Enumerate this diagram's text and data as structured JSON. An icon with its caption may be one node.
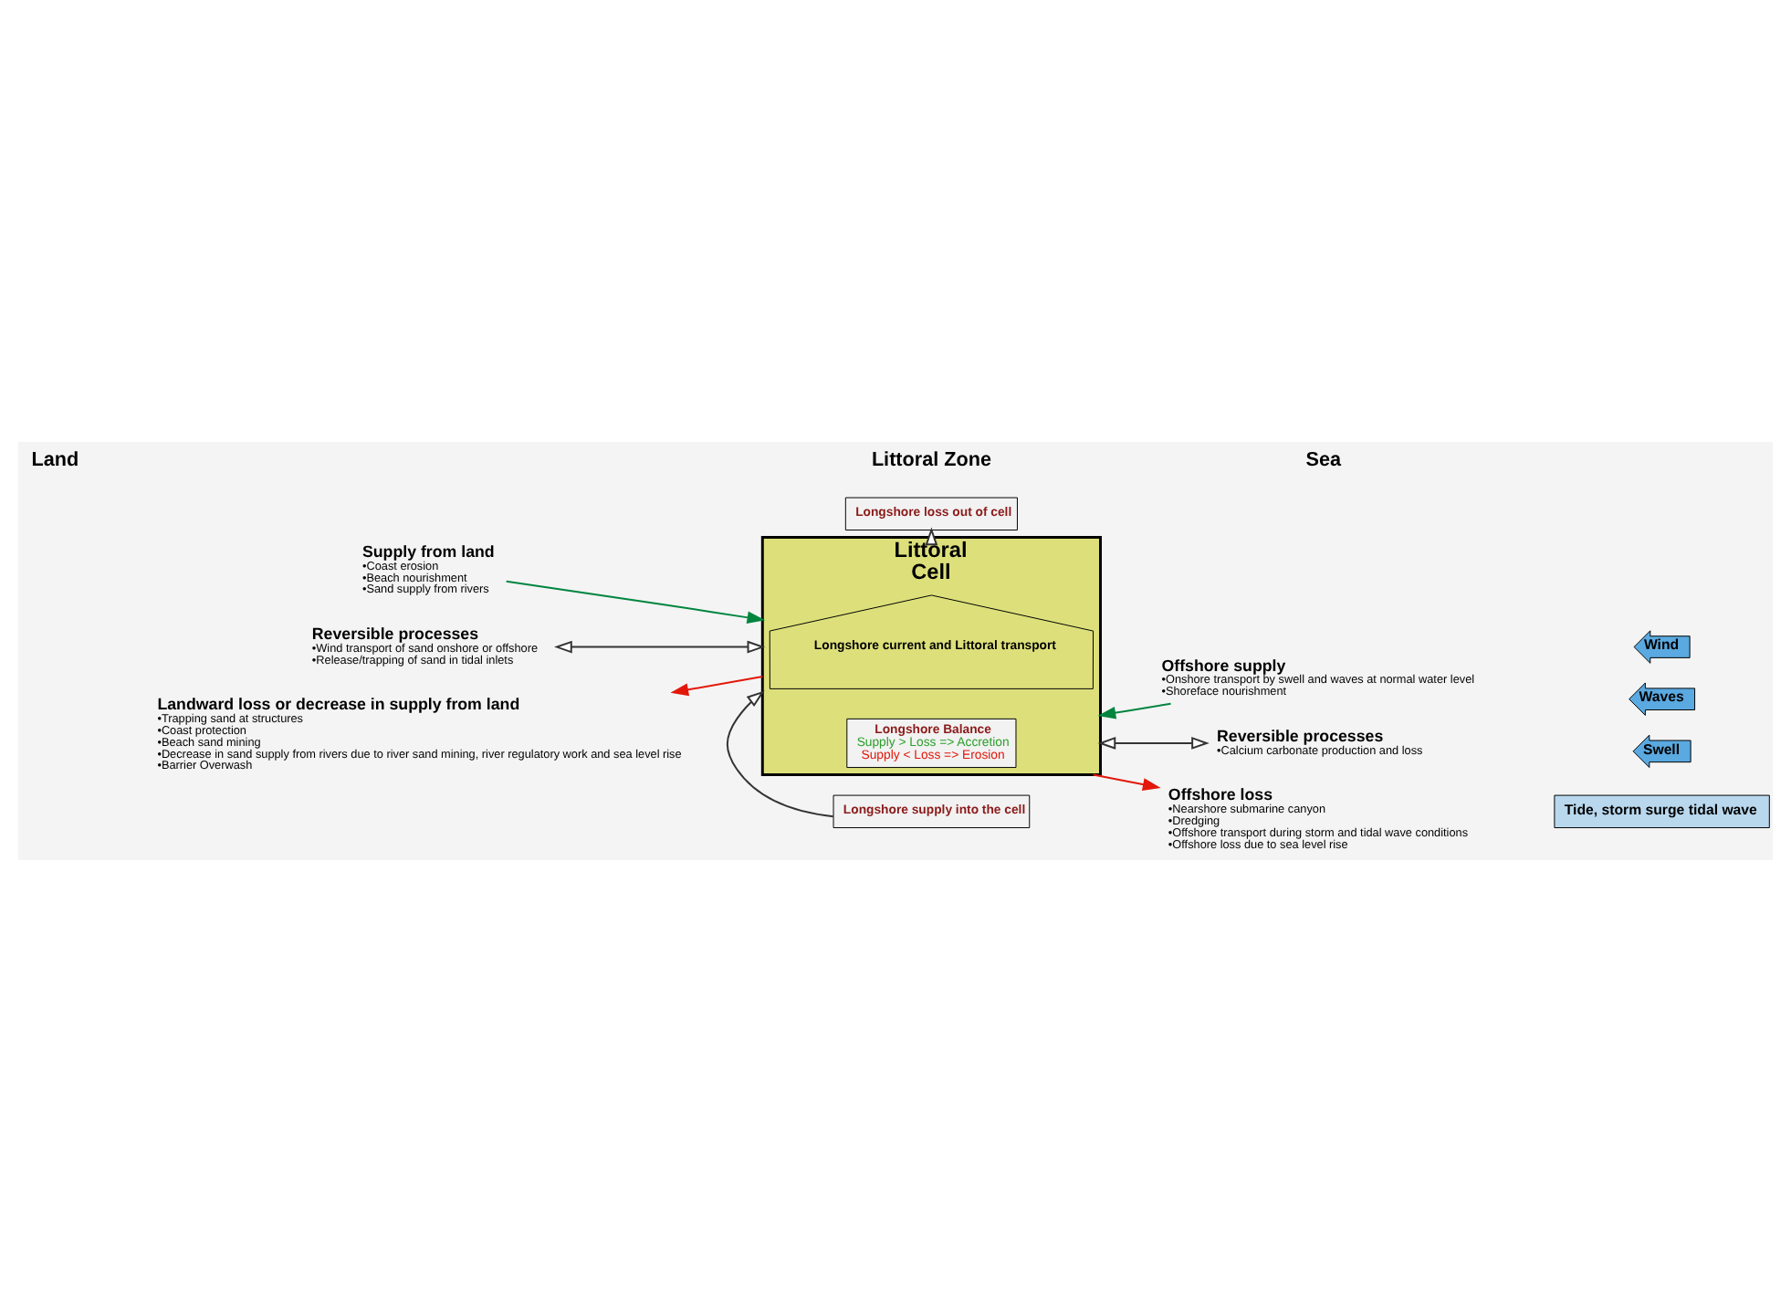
{
  "diagram": {
    "nodes": [
      {
        "text": [
          "Supply from land",
          "•Coast erosion",
          "•Beach nourishment",
          "•Sand supply from rivers"
        ]
      },
      {
        "text": [
          "Reversible processes",
          "•Wind transport of sand onshore or offshore",
          "•Release/trapping of sand in tidal inlets"
        ]
      },
      {
        "text": [
          "Landward loss or decrease in supply from land",
          "•Trapping sand at structures",
          "•Coast protection",
          "•Beach sand mining",
          "•Decrease in sand supply from rivers due to river sand mining, river regulatory work and sea level rise",
          "•Barrier Overwash"
        ]
      },
      {
        "text": [
          "Longshore loss out of cell"
        ]
      },
      {
        "text": [
          "Littoral",
          "Cell"
        ]
      },
      {
        "text": [
          "Longshore current and Littoral transport"
        ],
        "in": 4
      },
      {
        "text": [
          "Longshore Balance",
          "Supply > Loss => Accretion",
          "Supply < Loss => Erosion"
        ],
        "in": 4
      },
      {
        "text": [
          "Longshore supply into the cell"
        ]
      },
      {
        "text": [
          "Offshore supply",
          "•Onshore transport by swell and waves at normal water level",
          "•Shoreface nourishment"
        ]
      },
      {
        "text": [
          "Reversible processes",
          "•Calcium carbonate production and loss"
        ]
      },
      {
        "text": [
          "Offshore loss",
          "•Nearshore submarine canyon",
          "•Dredging",
          "•Offshore transport during storm and tidal wave conditions",
          "•Offshore loss due to sea level rise"
        ]
      },
      {
        "text": [
          "Wind"
        ]
      },
      {
        "text": [
          "Waves"
        ]
      },
      {
        "text": [
          "Swell"
        ]
      },
      {
        "text": [
          "Tide, storm surge tidal wave"
        ]
      }
    ],
    "edges": [
      {
        "from": 4,
        "to": 3,
        "arrow": "to"
      },
      {
        "from": 0,
        "to": 4,
        "arrow": "to",
        "color": "#00853f"
      },
      {
        "from": 8,
        "to": 4,
        "arrow": "to",
        "color": "#00853f"
      },
      {
        "from": 1,
        "to": 4,
        "arrow": "both"
      },
      {
        "from": 9,
        "to": 4,
        "arrow": "both"
      },
      {
        "from": 4,
        "to": 2,
        "arrow": "to",
        "color": "#e3170a"
      },
      {
        "from": 4,
        "to": 10,
        "arrow": "to",
        "color": "#e3170a"
      },
      {
        "from": 7,
        "to": 4,
        "arrow": "to"
      }
    ],
    "labels": [
      "Land",
      "Littoral Zone",
      "Sea"
    ]
  }
}
